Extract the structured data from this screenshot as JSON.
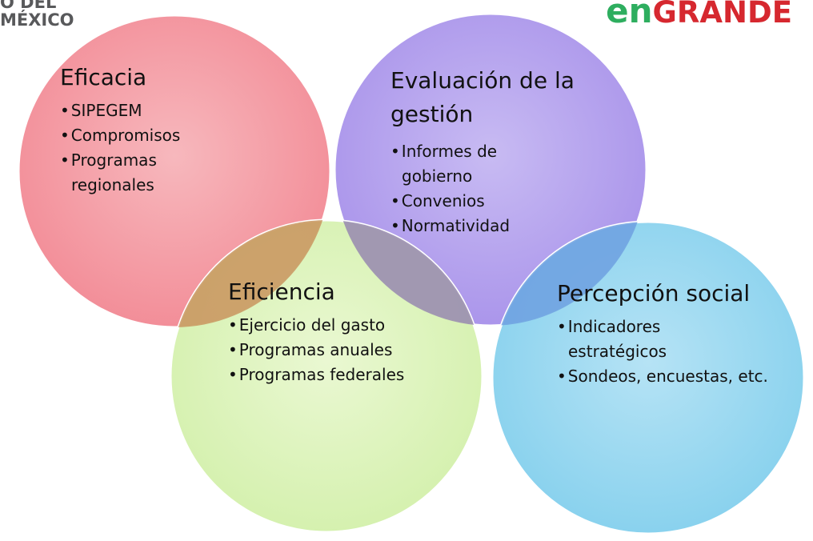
{
  "header": {
    "left_logo_line1": "O DEL",
    "left_logo_line2": "MÉXICO",
    "right_logo_prefix": "en",
    "right_logo_word": "GRANDE"
  },
  "colors": {
    "eficacia": "#f49aa3",
    "evaluacion": "#b9a8ee",
    "eficiencia": "#d9f1b3",
    "percepcion": "#8fd4ef"
  },
  "circles": {
    "eficacia": {
      "title": "Eficacia",
      "items": [
        "SIPEGEM",
        "Compromisos",
        "Programas regionales"
      ]
    },
    "evaluacion": {
      "title": "Evaluación de la gestión",
      "items": [
        "Informes de gobierno",
        "Convenios",
        "Normatividad"
      ]
    },
    "eficiencia": {
      "title": "Eficiencia",
      "items": [
        "Ejercicio del gasto",
        "Programas anuales",
        "Programas federales"
      ]
    },
    "percepcion": {
      "title": "Percepción social",
      "items": [
        "Indicadores estratégicos",
        "Sondeos, encuestas, etc."
      ]
    }
  }
}
